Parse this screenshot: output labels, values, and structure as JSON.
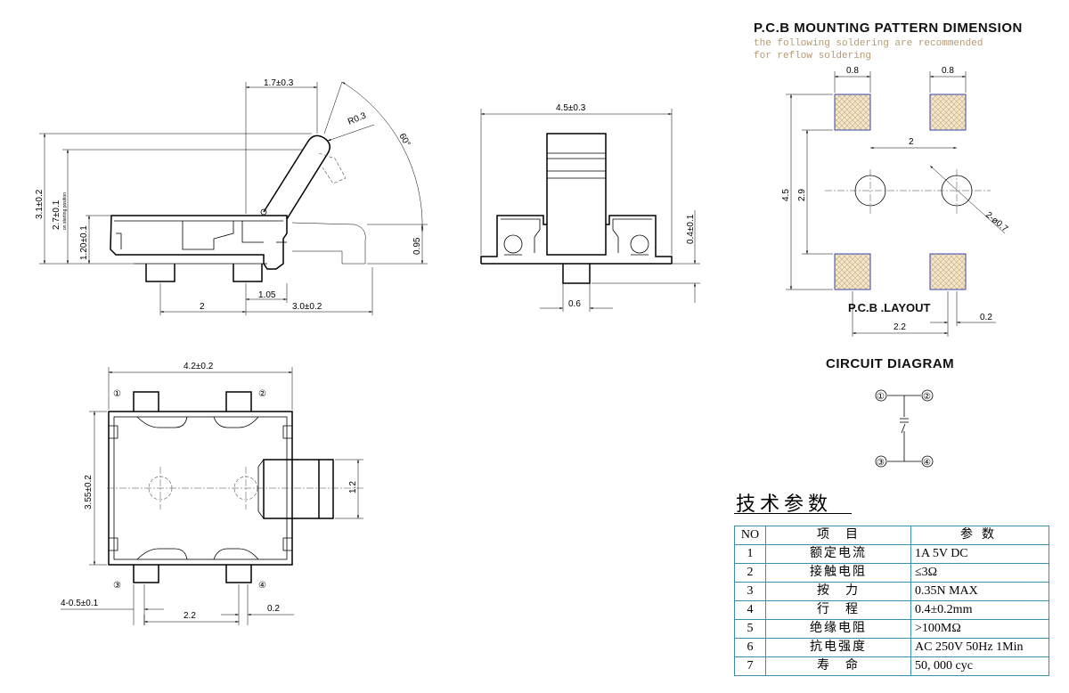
{
  "pcb": {
    "title": "P.C.B MOUNTING PATTERN DIMENSION",
    "note_line1": "the following soldering are recommended",
    "note_line2": "for reflow soldering",
    "layout_label": "P.C.B .LAYOUT",
    "dims": {
      "pad_w_left": "0.8",
      "pad_w_right": "0.8",
      "hole_pitch": "2",
      "height_outer": "4.5",
      "height_inner": "2.9",
      "hole_dia": "2-ø0.7",
      "pad_pitch": "2.2",
      "pad_gap": "0.2"
    }
  },
  "circuit": {
    "title": "CIRCUIT DIAGRAM",
    "pins": [
      "①",
      "②",
      "③",
      "④"
    ]
  },
  "side_view": {
    "dims": {
      "lever_offset": "1.7±0.3",
      "radius": "R0.3",
      "angle": "60°",
      "total_height": "3.1±0.2",
      "on_height": "2.7±0.1",
      "on_label": "on starting position",
      "body_height": "1.20±0.1",
      "travel_height": "0.95",
      "pitch_left": "2",
      "lever_pos": "1.05",
      "lever_right": "3.0±0.2"
    }
  },
  "front_view": {
    "dims": {
      "width": "4.5±0.3",
      "travel": "0.4±0.1",
      "pin_width": "0.6"
    }
  },
  "top_view": {
    "dims": {
      "width": "4.2±0.2",
      "height": "3.55±0.2",
      "lever_width": "1.2",
      "pin_width": "4-0.5±0.1",
      "pitch": "2.2",
      "gap": "0.2"
    },
    "pins": [
      "①",
      "②",
      "③",
      "④"
    ]
  },
  "spec": {
    "title": "技术参数",
    "headers": {
      "no": "NO",
      "item": "项　目",
      "value": "参数"
    },
    "rows": [
      {
        "no": "1",
        "item": "额定电流",
        "value": "1A 5V DC"
      },
      {
        "no": "2",
        "item": "接触电阻",
        "value": "≤3Ω"
      },
      {
        "no": "3",
        "item": "按　力",
        "value": "0.35N MAX"
      },
      {
        "no": "4",
        "item": "行　程",
        "value": "0.4±0.2mm"
      },
      {
        "no": "5",
        "item": "绝缘电阻",
        "value": ">100MΩ"
      },
      {
        "no": "6",
        "item": "抗电强度",
        "value": "AC 250V 50Hz 1Min"
      },
      {
        "no": "7",
        "item": "寿　命",
        "value": "50, 000 cyc"
      }
    ]
  }
}
